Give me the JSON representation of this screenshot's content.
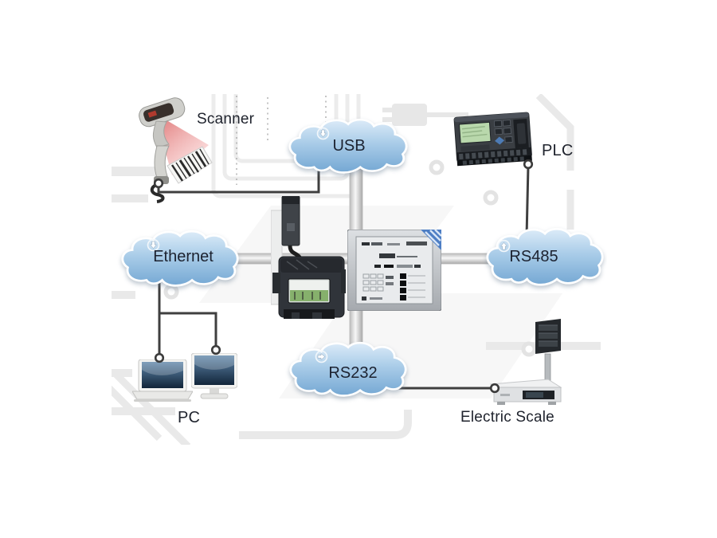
{
  "diagram": {
    "type": "connectivity-diagram",
    "nodes": {
      "scanner": {
        "label": "Scanner",
        "kind": "device"
      },
      "usb": {
        "label": "USB",
        "kind": "cloud",
        "icon": "arrow-down-icon"
      },
      "plc": {
        "label": "PLC",
        "kind": "device"
      },
      "ethernet": {
        "label": "Ethernet",
        "kind": "cloud",
        "icon": "arrow-down-icon"
      },
      "rs485": {
        "label": "RS485",
        "kind": "cloud",
        "icon": "arrow-up-icon"
      },
      "rs232": {
        "label": "RS232",
        "kind": "cloud",
        "icon": "arrow-right-icon"
      },
      "pc": {
        "label": "PC",
        "kind": "device"
      },
      "electric_scale": {
        "label": "Electric Scale",
        "kind": "device"
      },
      "central_terminal": {
        "kind": "device-group"
      }
    },
    "connections": [
      {
        "from": "Scanner",
        "to": "USB"
      },
      {
        "from": "PLC",
        "to": "RS485"
      },
      {
        "from": "Ethernet",
        "to": "PC"
      },
      {
        "from": "RS232",
        "to": "Electric Scale"
      },
      {
        "from": "USB",
        "to": "central terminal"
      },
      {
        "from": "Ethernet",
        "to": "central terminal"
      },
      {
        "from": "RS485",
        "to": "central terminal"
      },
      {
        "from": "RS232",
        "to": "central terminal"
      }
    ],
    "colors": {
      "cloud_top": "#d9e9f7",
      "cloud_mid": "#a9cce8",
      "cloud_bottom": "#74a7d3",
      "cloud_outline": "#ffffff",
      "label_text": "#1c2230",
      "wire": "#3f3f3f",
      "pipe": "#e8e8e8",
      "beam_red": "#e87070",
      "background": "#ffffff",
      "circuit_trace": "#e9e9e9"
    }
  }
}
